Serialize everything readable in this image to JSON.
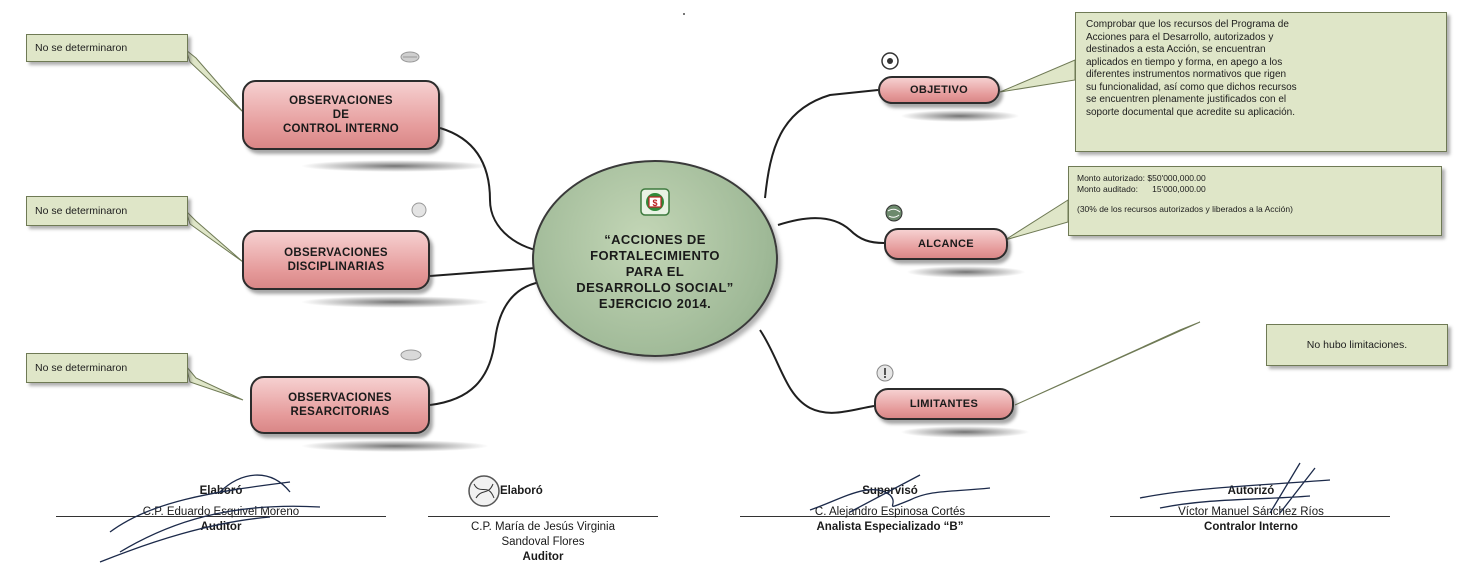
{
  "center": {
    "title_lines": [
      "“ACCIONES DE",
      "FORTALECIMIENTO",
      "PARA EL",
      "DESARROLLO SOCIAL”",
      "EJERCICIO 2014."
    ],
    "icon": "money-icon"
  },
  "left_nodes": [
    {
      "lines": [
        "OBSERVACIONES",
        "DE",
        "CONTROL INTERNO"
      ],
      "note": "No se determinaron",
      "icon": "folder-icon"
    },
    {
      "lines": [
        "OBSERVACIONES",
        "DISCIPLINARIAS"
      ],
      "note": "No se determinaron",
      "icon": "circle-icon"
    },
    {
      "lines": [
        "OBSERVACIONES",
        "RESARCITORIAS"
      ],
      "note": "No se determinaron",
      "icon": "coins-icon"
    }
  ],
  "right_nodes": [
    {
      "label": "OBJETIVO",
      "icon": "target-icon",
      "note_lines": [
        "Comprobar que los recursos del Programa de",
        "Acciones para el Desarrollo, autorizados y",
        "destinados a esta Acción, se encuentran",
        "aplicados en tiempo y forma, en apego a los",
        "diferentes instrumentos normativos que rigen",
        "su funcionalidad, así como que dichos recursos",
        "se encuentren plenamente justificados con el",
        "soporte documental que acredite su aplicación."
      ]
    },
    {
      "label": "ALCANCE",
      "icon": "globe-icon",
      "note_lines": [
        "Monto autorizado: $50'000,000.00",
        "Monto auditado:      15'000,000.00",
        "",
        "(30% de los recursos autorizados y liberados a la Acción)"
      ]
    },
    {
      "label": "LIMITANTES",
      "icon": "warning-icon",
      "note_lines": [
        "No hubo limitaciones."
      ]
    }
  ],
  "signatures": [
    {
      "heading": "Elaboró",
      "name_lines": [
        "C.P. Eduardo Esquivel Moreno"
      ],
      "role": "Auditor"
    },
    {
      "heading": "Elaboró",
      "name_lines": [
        "C.P. María de Jesús Virginia",
        "Sandoval Flores"
      ],
      "role": "Auditor"
    },
    {
      "heading": "Supervisó",
      "name_lines": [
        "C. Alejandro Espinosa Cortés"
      ],
      "role": "Analista Especializado “B”"
    },
    {
      "heading": "Autorizó",
      "name_lines": [
        "Víctor Manuel Sánchez Ríos"
      ],
      "role": "Contralor Interno"
    }
  ]
}
